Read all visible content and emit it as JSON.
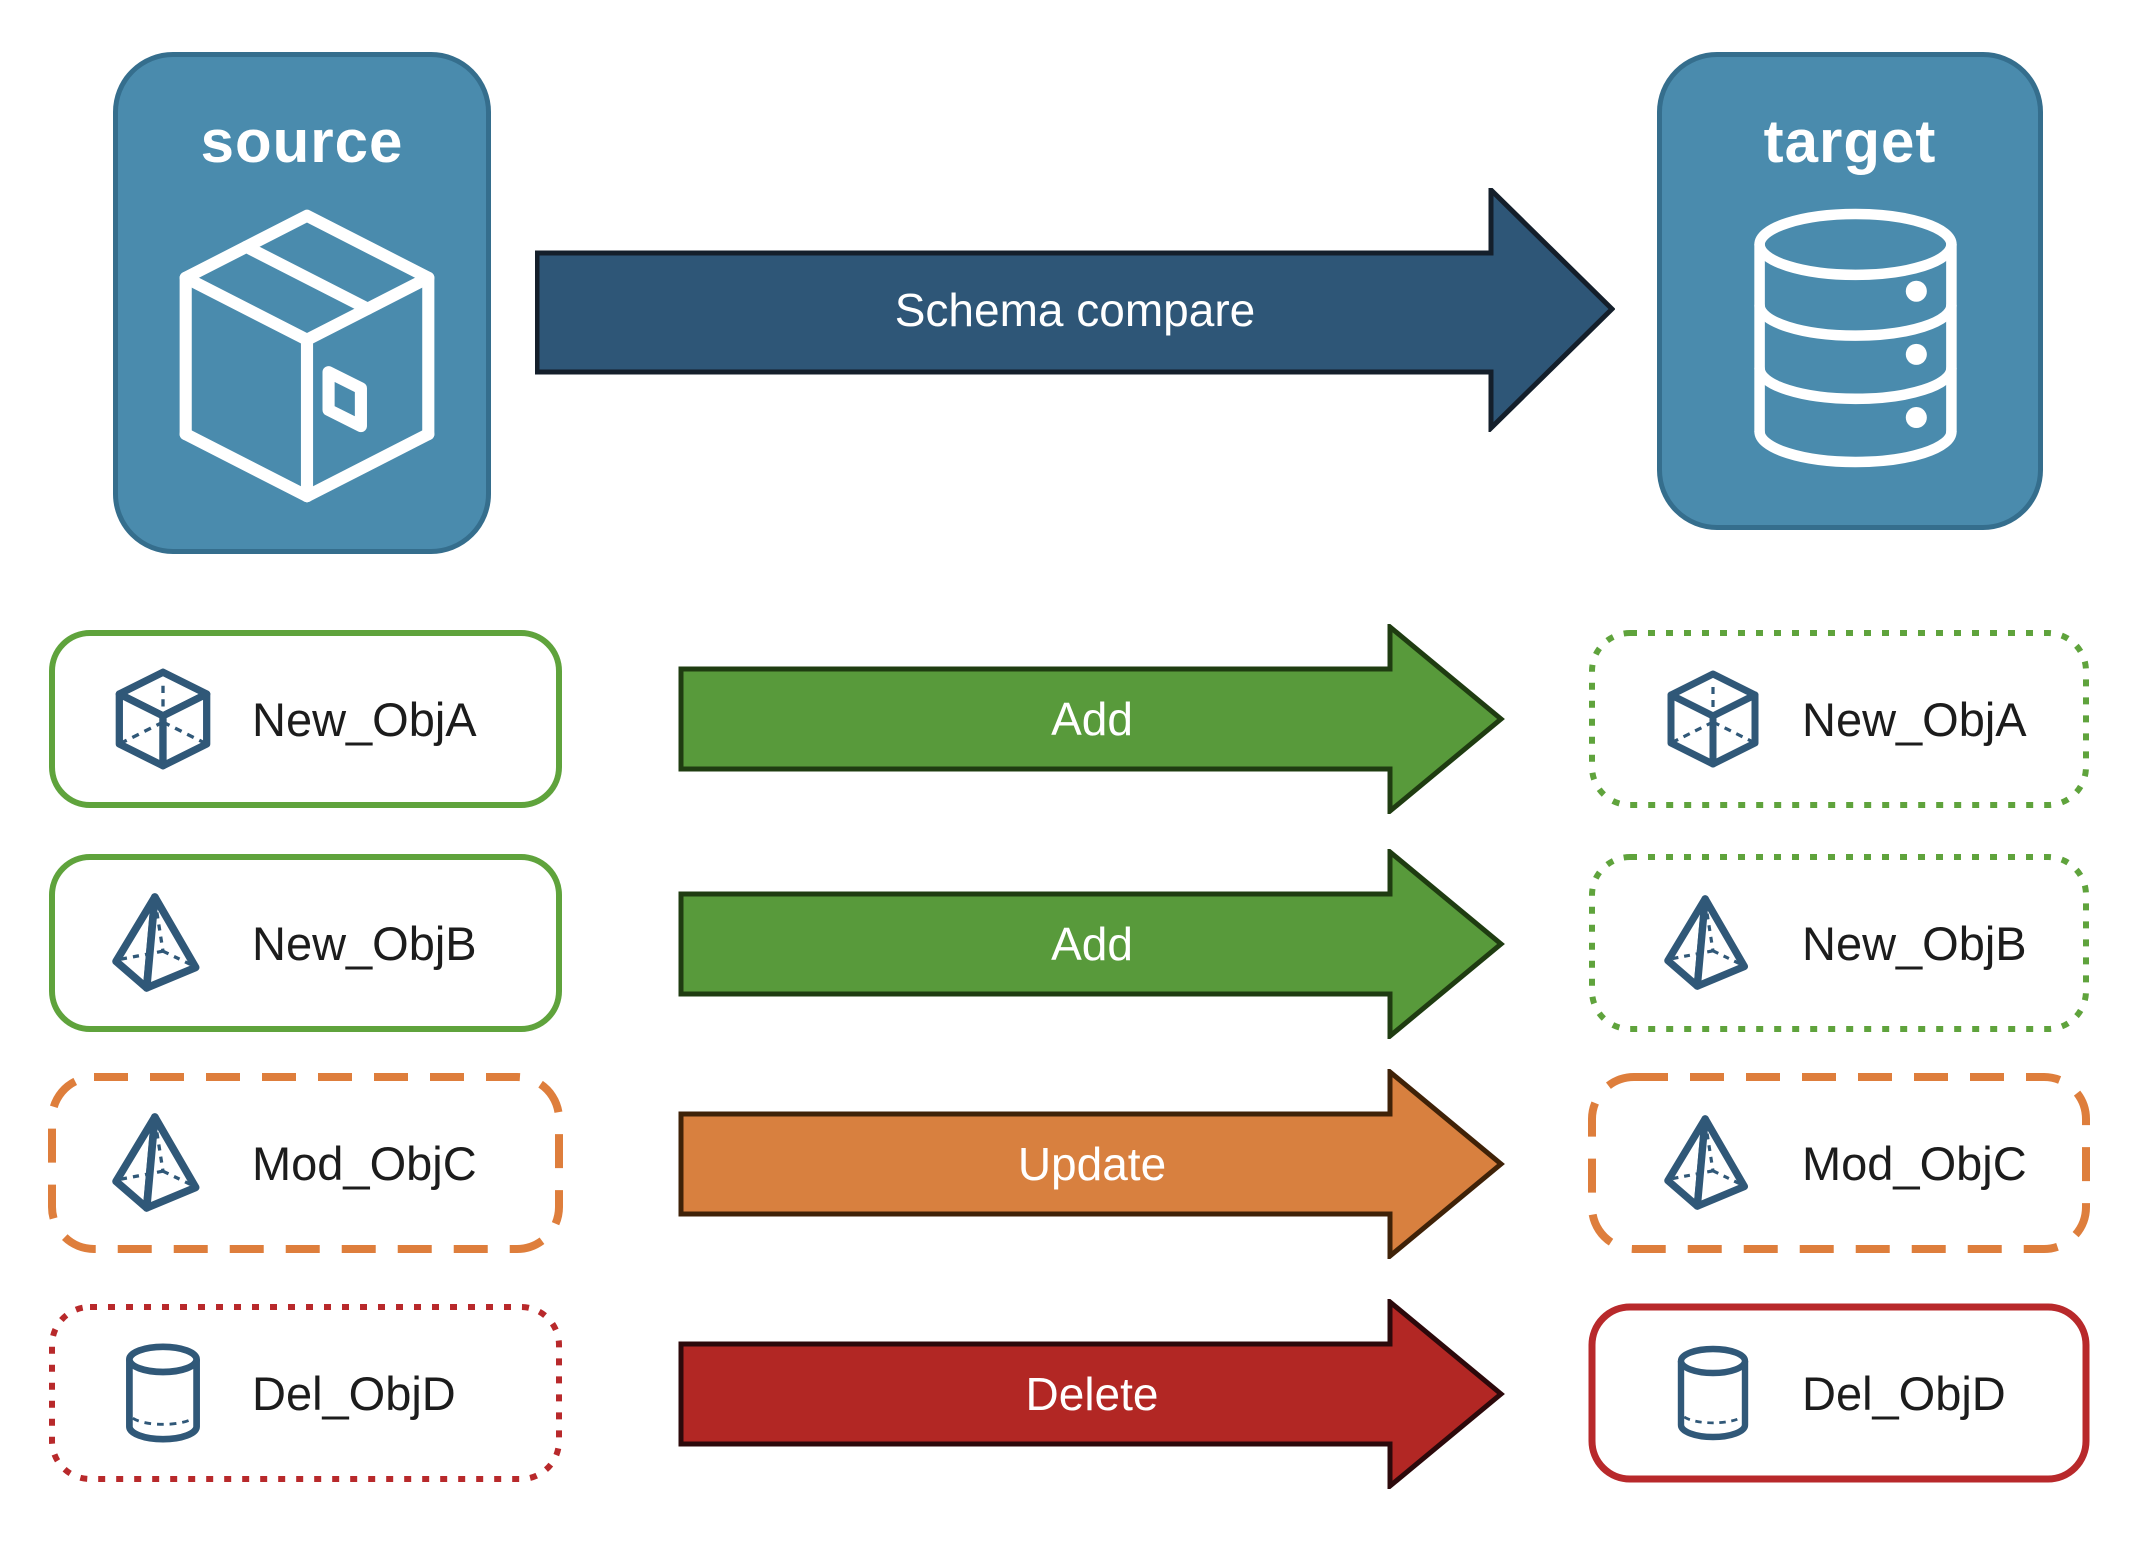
{
  "source_node": {
    "label": "source",
    "icon": "package-icon"
  },
  "target_node": {
    "label": "target",
    "icon": "database-icon"
  },
  "main_arrow": {
    "label": "Schema compare"
  },
  "rows": [
    {
      "source_label": "New_ObjA",
      "target_label": "New_ObjA",
      "action": "Add",
      "icon": "cube-icon",
      "source_border": "solid-green",
      "target_border": "dotted-green"
    },
    {
      "source_label": "New_ObjB",
      "target_label": "New_ObjB",
      "action": "Add",
      "icon": "pyramid-icon",
      "source_border": "solid-green",
      "target_border": "dotted-green"
    },
    {
      "source_label": "Mod_ObjC",
      "target_label": "Mod_ObjC",
      "action": "Update",
      "icon": "pyramid-icon",
      "source_border": "dashed-orange",
      "target_border": "dashed-orange"
    },
    {
      "source_label": "Del_ObjD",
      "target_label": "Del_ObjD",
      "action": "Delete",
      "icon": "cylinder-icon",
      "source_border": "dotted-red",
      "target_border": "solid-red"
    }
  ],
  "colors": {
    "node_blue": "#4A8BAD",
    "node_blue_stroke": "#356E8D",
    "compare_arrow_navy": "#2E5677",
    "add_green": "#589A3B",
    "update_orange": "#D8803F",
    "delete_red": "#B22724",
    "border_green": "#5FA33C",
    "border_orange": "#DE7E3C",
    "border_red": "#B8292B",
    "icon_blue": "#305878"
  }
}
